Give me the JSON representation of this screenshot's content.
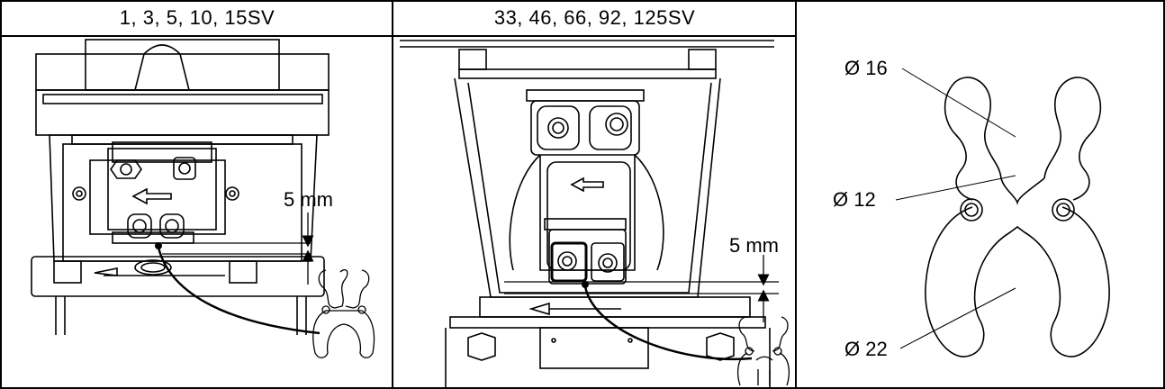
{
  "table": {
    "header_left": "1, 3, 5, 10, 15SV",
    "header_middle": "33, 46, 66, 92, 125SV"
  },
  "panel_left": {
    "gap_label": "5 mm"
  },
  "panel_middle": {
    "gap_label": "5 mm"
  },
  "panel_right": {
    "size_large_tip": "Ø 16",
    "size_middle": "Ø 12",
    "size_jaw": "Ø 22"
  }
}
